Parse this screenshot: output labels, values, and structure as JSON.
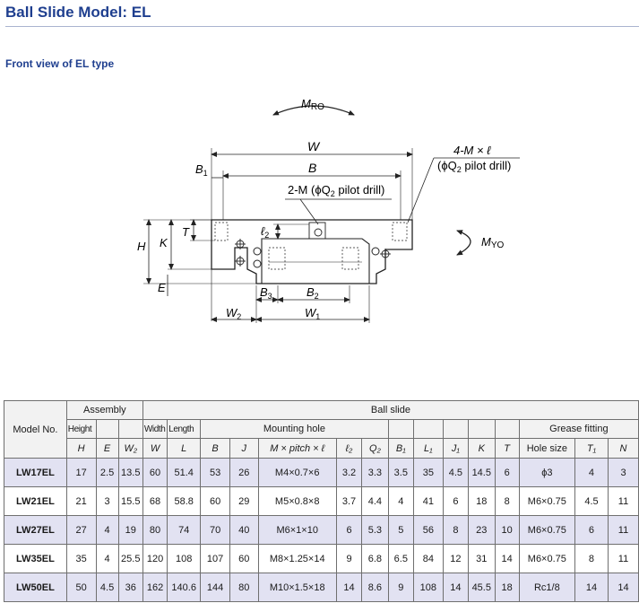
{
  "header": {
    "title": "Ball Slide Model: EL",
    "subtitle": "Front view of EL type"
  },
  "drawing_labels": {
    "mro": "M",
    "mro_sub": "RO",
    "myo": "M",
    "myo_sub": "YO",
    "w": "W",
    "b": "B",
    "b1": "B",
    "b1_sub": "1",
    "four_m": "4-M × ℓ",
    "pilot": "(ϕQ",
    "pilot_sub": "2",
    "pilot_end": " pilot drill)",
    "two_m": "2-M (ϕQ",
    "two_m_sub": "2",
    "two_m_end": " pilot drill)",
    "l2": "ℓ",
    "l2_sub": "2",
    "t": "T",
    "h": "H",
    "k": "K",
    "e": "E",
    "b3": "B",
    "b3_sub": "3",
    "b2": "B",
    "b2_sub": "2",
    "w2": "W",
    "w2_sub": "2",
    "w1": "W",
    "w1_sub": "1"
  },
  "table": {
    "group_headers": {
      "model_no": "Model No.",
      "assembly": "Assembly",
      "ball_slide": "Ball slide",
      "height": "Height",
      "width": "Width",
      "length": "Length",
      "mounting_hole": "Mounting hole",
      "grease_fitting": "Grease fitting"
    },
    "symbols": {
      "h": "H",
      "e": "E",
      "w2": "W₂",
      "w": "W",
      "l": "L",
      "b": "B",
      "j": "J",
      "mpitch": "M × pitch × ℓ",
      "l2": "ℓ₂",
      "q2": "Q₂",
      "b1": "B₁",
      "l1": "L₁",
      "j1": "J₁",
      "k": "K",
      "t": "T",
      "hole_size": "Hole size",
      "t1": "T₁",
      "n": "N"
    },
    "rows": [
      {
        "model": "LW17EL",
        "H": "17",
        "E": "2.5",
        "W2": "13.5",
        "W": "60",
        "L": "51.4",
        "B": "53",
        "J": "26",
        "M": "M4×0.7×6",
        "l2": "3.2",
        "Q2": "3.3",
        "B1": "3.5",
        "L1": "35",
        "J1": "4.5",
        "K": "14.5",
        "T": "6",
        "hole": "ϕ3",
        "T1": "4",
        "N": "3"
      },
      {
        "model": "LW21EL",
        "H": "21",
        "E": "3",
        "W2": "15.5",
        "W": "68",
        "L": "58.8",
        "B": "60",
        "J": "29",
        "M": "M5×0.8×8",
        "l2": "3.7",
        "Q2": "4.4",
        "B1": "4",
        "L1": "41",
        "J1": "6",
        "K": "18",
        "T": "8",
        "hole": "M6×0.75",
        "T1": "4.5",
        "N": "11"
      },
      {
        "model": "LW27EL",
        "H": "27",
        "E": "4",
        "W2": "19",
        "W": "80",
        "L": "74",
        "B": "70",
        "J": "40",
        "M": "M6×1×10",
        "l2": "6",
        "Q2": "5.3",
        "B1": "5",
        "L1": "56",
        "J1": "8",
        "K": "23",
        "T": "10",
        "hole": "M6×0.75",
        "T1": "6",
        "N": "11"
      },
      {
        "model": "LW35EL",
        "H": "35",
        "E": "4",
        "W2": "25.5",
        "W": "120",
        "L": "108",
        "B": "107",
        "J": "60",
        "M": "M8×1.25×14",
        "l2": "9",
        "Q2": "6.8",
        "B1": "6.5",
        "L1": "84",
        "J1": "12",
        "K": "31",
        "T": "14",
        "hole": "M6×0.75",
        "T1": "8",
        "N": "11"
      },
      {
        "model": "LW50EL",
        "H": "50",
        "E": "4.5",
        "W2": "36",
        "W": "162",
        "L": "140.6",
        "B": "144",
        "J": "80",
        "M": "M10×1.5×18",
        "l2": "14",
        "Q2": "8.6",
        "B1": "9",
        "L1": "108",
        "J1": "14",
        "K": "45.5",
        "T": "18",
        "hole": "Rc1/8",
        "T1": "14",
        "N": "14"
      }
    ]
  }
}
